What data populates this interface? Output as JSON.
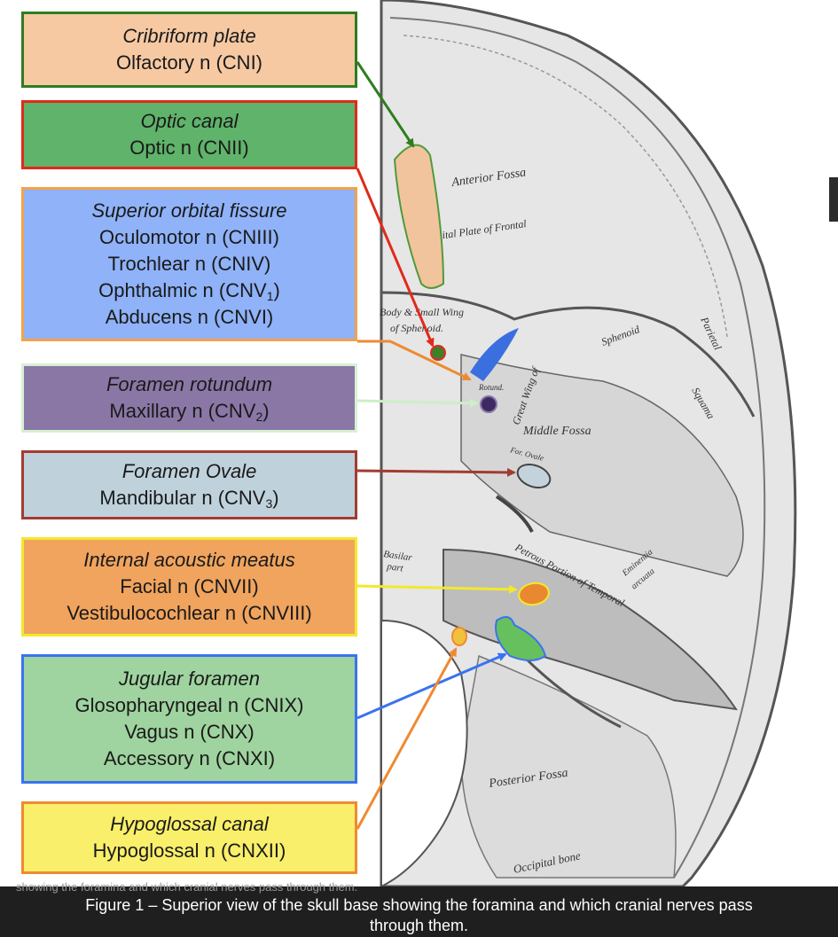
{
  "labels": [
    {
      "id": "cn1",
      "structure": "Cribriform plate",
      "nerves": [
        "Olfactory n (CNI)"
      ],
      "border": "#2e7d1f",
      "fill": "#f6c9a3",
      "target": "#f2c49e"
    },
    {
      "id": "cn2",
      "structure": "Optic canal",
      "nerves": [
        "Optic n (CNII)"
      ],
      "border": "#e02a1b",
      "fill": "#5fb36a",
      "target": "#3f7f2a"
    },
    {
      "id": "cn3",
      "structure": "Superior orbital fissure",
      "nerves": [
        "Oculomotor n (CNIII)",
        "Trochlear n (CNIV)",
        "Ophthalmic n (CNV|1|)",
        "Abducens n (CNVI)"
      ],
      "border": "#f2a24c",
      "fill": "#8fb2f8",
      "target": "#3b6fe0"
    },
    {
      "id": "cn5b",
      "structure": "Foramen rotundum",
      "nerves": [
        "Maxillary n (CNV|2|)"
      ],
      "border": "#d8f0d4",
      "fill": "#8a77a6",
      "target": "#3d2a63"
    },
    {
      "id": "cn5c",
      "structure": "Foramen Ovale",
      "nerves": [
        "Mandibular n (CNV|3|)"
      ],
      "border": "#a33b32",
      "fill": "#bfd2db",
      "target": "#c4d2dc"
    },
    {
      "id": "cn7",
      "structure": "Internal acoustic meatus",
      "nerves": [
        "Facial n (CNVII)",
        "Vestibulocochlear n (CNVIII)"
      ],
      "border": "#f3e82e",
      "fill": "#f0a45e",
      "target": "#e8892f"
    },
    {
      "id": "cn9",
      "structure": "Jugular foramen",
      "nerves": [
        "Glosopharyngeal n (CNIX)",
        "Vagus n (CNX)",
        "Accessory n (CNXI)"
      ],
      "border": "#3a73f0",
      "fill": "#9fd39f",
      "target": "#66c05d"
    },
    {
      "id": "cn12",
      "structure": "Hypoglossal canal",
      "nerves": [
        "Hypoglossal n (CNXII)"
      ],
      "border": "#ef8a32",
      "fill": "#f9ef6a",
      "target": "#f0c23c"
    }
  ],
  "skull_labels": {
    "anterior_fossa": "Anterior Fossa",
    "orbital_plate": "Orbital Plate of Frontal",
    "body_small_wing_1": "Body & Small Wing",
    "body_small_wing_2": "of Sphenoid.",
    "sphenoid": "Sphenoid",
    "great_wing": "Great Wing of",
    "rotund": "Rotund.",
    "middle_fossa": "Middle Fossa",
    "for_ovale": "For. Ovale",
    "squama": "Squama",
    "parietal": "Parietal",
    "basilar_part_1": "Basilar",
    "basilar_part_2": "part",
    "petrous": "Petrous Portion of Temporal",
    "eminentia_1": "Eminentia",
    "eminentia_2": "arcuata",
    "posterior_fossa": "Posterior Fossa",
    "occipital": "Occipital bone"
  },
  "caption": {
    "line1": "Figure 1 – Superior view of the skull base showing the foramina and which cranial nerves pass",
    "line2": "through them.",
    "ghost": "showing the foramina and which cranial nerves pass through them."
  }
}
